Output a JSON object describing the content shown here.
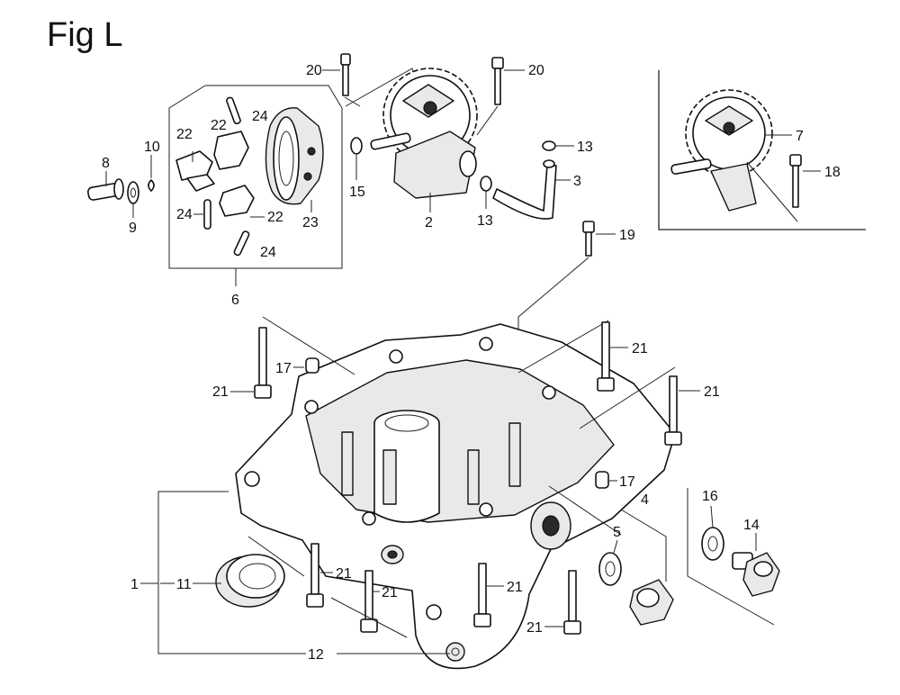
{
  "figure": {
    "title": "Fig L"
  },
  "callouts": [
    {
      "id": "c20a",
      "label": "20"
    },
    {
      "id": "c20b",
      "label": "20"
    },
    {
      "id": "c22a",
      "label": "22"
    },
    {
      "id": "c22b",
      "label": "22"
    },
    {
      "id": "c22c",
      "label": "22"
    },
    {
      "id": "c24a",
      "label": "24"
    },
    {
      "id": "c24b",
      "label": "24"
    },
    {
      "id": "c24c",
      "label": "24"
    },
    {
      "id": "c10",
      "label": "10"
    },
    {
      "id": "c8",
      "label": "8"
    },
    {
      "id": "c9",
      "label": "9"
    },
    {
      "id": "c23",
      "label": "23"
    },
    {
      "id": "c15",
      "label": "15"
    },
    {
      "id": "c6",
      "label": "6"
    },
    {
      "id": "c2",
      "label": "2"
    },
    {
      "id": "c13a",
      "label": "13"
    },
    {
      "id": "c13b",
      "label": "13"
    },
    {
      "id": "c3",
      "label": "3"
    },
    {
      "id": "c7",
      "label": "7"
    },
    {
      "id": "c18",
      "label": "18"
    },
    {
      "id": "c19",
      "label": "19"
    },
    {
      "id": "c21a",
      "label": "21"
    },
    {
      "id": "c21b",
      "label": "21"
    },
    {
      "id": "c21c",
      "label": "21"
    },
    {
      "id": "c21d",
      "label": "21"
    },
    {
      "id": "c21e",
      "label": "21"
    },
    {
      "id": "c21f",
      "label": "21"
    },
    {
      "id": "c21g",
      "label": "21"
    },
    {
      "id": "c17a",
      "label": "17"
    },
    {
      "id": "c17b",
      "label": "17"
    },
    {
      "id": "c4",
      "label": "4"
    },
    {
      "id": "c5",
      "label": "5"
    },
    {
      "id": "c16",
      "label": "16"
    },
    {
      "id": "c14",
      "label": "14"
    },
    {
      "id": "c1",
      "label": "1"
    },
    {
      "id": "c11",
      "label": "11"
    },
    {
      "id": "c12",
      "label": "12"
    }
  ]
}
